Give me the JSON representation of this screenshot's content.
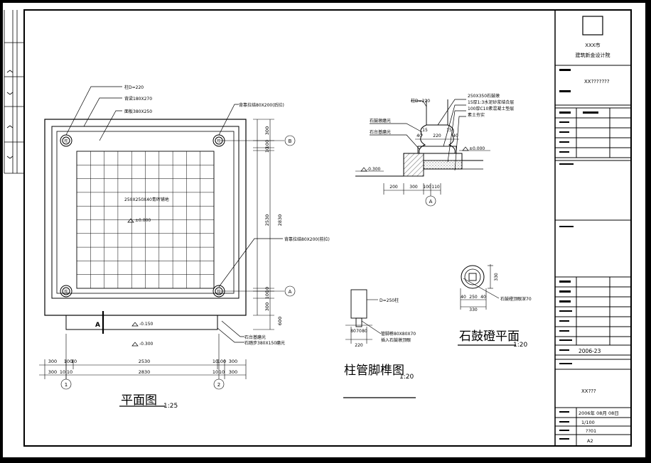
{
  "title_block": {
    "org_line1": "XXX市",
    "org_line2": "建筑新金设计院",
    "project": "XX???????",
    "drawing_no": "2006-23",
    "project_bottom": "XX???",
    "date_line": "2006年 08月 08日",
    "scale": "1/100",
    "sheet_no": "??01",
    "paper": "A2"
  },
  "plan_view": {
    "title": "平面图",
    "scale": "1:25",
    "labels": {
      "column": "柱D=220",
      "beam": "背梁180X270",
      "fascia": "面板380X250",
      "tie_rear": "背靠拉结80X200(后拉)",
      "tie_front": "背靠拉结80X200(前拉)",
      "paving": "250X250X40青砖铺地",
      "elev_0": "±0.000",
      "elev_1": "-0.150",
      "elev_2": "-0.300",
      "edge_1": "石台基磨光",
      "edge_2": "石踏步380X150磨光",
      "section_mark": "A",
      "column_tag": "柱",
      "axis_A": "A",
      "axis_B": "B",
      "axis_1": "1",
      "axis_2": "2"
    },
    "dims_bottom_row1": [
      "300",
      "100",
      "10",
      "2530",
      "10",
      "100",
      "300"
    ],
    "dims_bottom_row2": [
      "300",
      "10",
      "10",
      "2830",
      "10",
      "10",
      "300"
    ],
    "dims_right_top": [
      "300",
      "100",
      "10"
    ],
    "dims_right_mid": "2530",
    "dims_right_total": "2830",
    "dims_right_bot": [
      "10",
      "100",
      "300",
      "600"
    ]
  },
  "section_view": {
    "labels": {
      "column": "柱D=220",
      "l1": "250X350石鼓墩",
      "l2": "15厚1:3水泥砂浆结合层",
      "l3": "100厚C10素混凝土垫层",
      "l4": "素土夯实",
      "l5": "石鼓墩磨光",
      "l6": "石台基磨光",
      "elev_top": "±0.000",
      "elev_bot": "-0.300"
    },
    "dims_top": [
      "40",
      "15",
      "220",
      "15",
      "40"
    ],
    "dims_bottom": [
      "200",
      "300",
      "100",
      "110"
    ],
    "axis": "A"
  },
  "column_footing": {
    "title": "柱管脚榫图",
    "scale": "1:20",
    "labels": {
      "d": "D=250柱",
      "tenon": "管脚榫80X80X70",
      "insert": "插入石鼓墩顶眼"
    },
    "dims": [
      "80",
      "70",
      "80"
    ],
    "dim_width": "220"
  },
  "drum_plan": {
    "title": "石鼓磴平面",
    "scale": "1:20",
    "label": "石鼓磴顶眼深70",
    "dims_top": [
      "40",
      "250",
      "40"
    ],
    "dim_total": "330",
    "dim_side": "330"
  }
}
